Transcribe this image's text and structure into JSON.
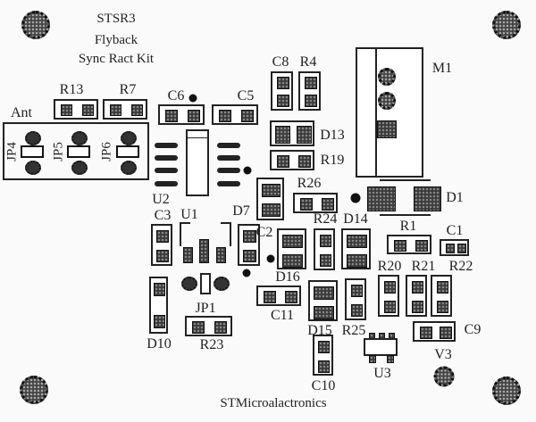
{
  "title": {
    "line1": "STSR3",
    "line2": "Flyback",
    "line3": "Sync Ract Kit"
  },
  "footer": "STMicroalactronics",
  "labels": {
    "ant": "Ant",
    "jp4": "JP4",
    "jp5": "JP5",
    "jp6": "JP6",
    "r13": "R13",
    "r7": "R7",
    "c6": "C6",
    "c5": "C5",
    "c8": "C8",
    "r4": "R4",
    "m1": "M1",
    "d13": "D13",
    "r19": "R19",
    "u2": "U2",
    "r26": "R26",
    "d1": "D1",
    "d7": "D7",
    "c3": "C3",
    "u1": "U1",
    "c2": "C2",
    "r24": "R24",
    "d14": "D14",
    "r1": "R1",
    "c1": "C1",
    "d16": "D16",
    "r20": "R20",
    "r21": "R21",
    "r22": "R22",
    "c11": "C11",
    "jp1": "JP1",
    "d10": "D10",
    "r23": "R23",
    "d15": "D15",
    "r25": "R25",
    "c9": "C9",
    "c10": "C10",
    "u3": "U3",
    "v3": "V3"
  }
}
